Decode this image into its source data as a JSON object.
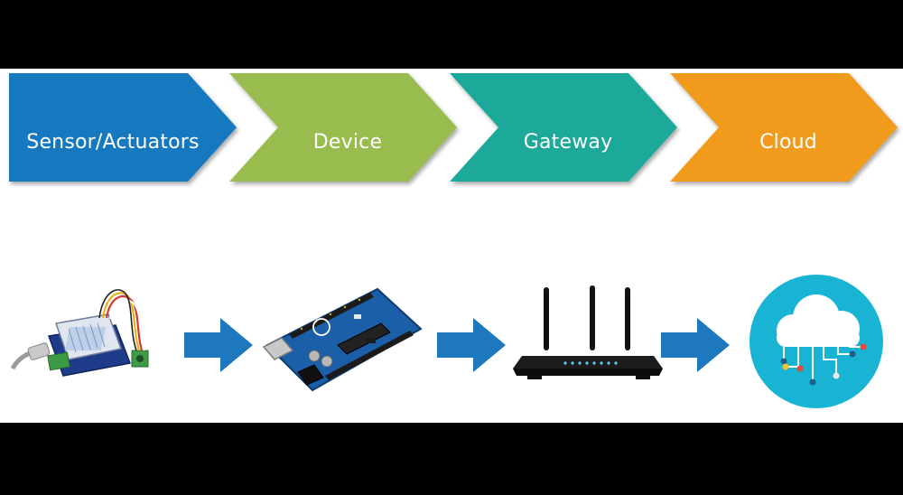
{
  "stages": [
    {
      "label": "Sensor/Actuators",
      "color": "#1478be"
    },
    {
      "label": "Device",
      "color": "#99bc50"
    },
    {
      "label": "Gateway",
      "color": "#1ea99a"
    },
    {
      "label": "Cloud",
      "color": "#f19b1b"
    }
  ],
  "flow_arrow_color": "#1e78be",
  "icons": [
    "sensor-board-icon",
    "arduino-board-icon",
    "wifi-router-icon",
    "cloud-network-icon"
  ]
}
